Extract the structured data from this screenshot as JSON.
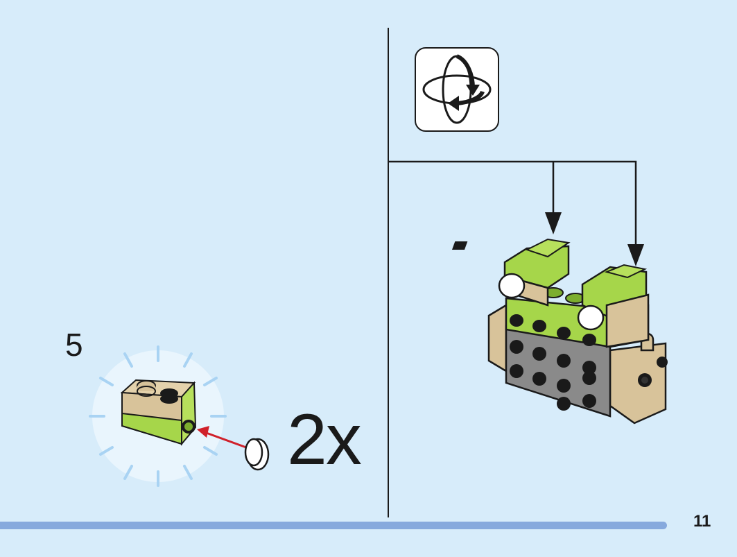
{
  "step": {
    "number": "5",
    "quantity": "2x"
  },
  "page": {
    "number": "11"
  },
  "icons": {
    "rotate": "rotate-model-icon",
    "arrow": "insert-arrow-icon",
    "callout_arrows": "down-arrow-icon"
  },
  "colors": {
    "background": "#d7ecfa",
    "lime_green": "#a6d64a",
    "tan": "#d8c39a",
    "dark_gray": "#8a8a8a",
    "white_stud": "#ffffff",
    "insert_arrow": "#d0202a",
    "progress_bar": "#86a9dd"
  }
}
